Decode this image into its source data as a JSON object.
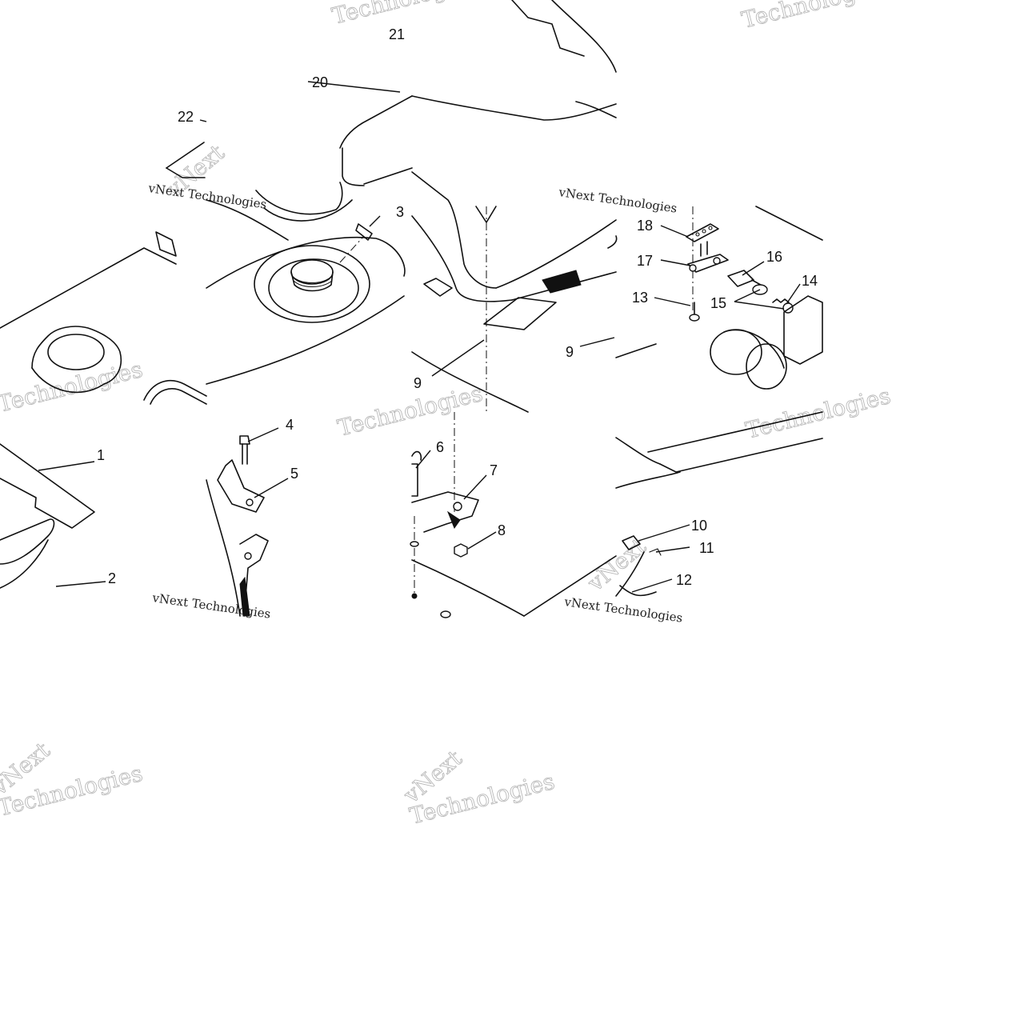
{
  "callouts": [
    {
      "id": "c1",
      "label": "1"
    },
    {
      "id": "c2",
      "label": "2"
    },
    {
      "id": "c3",
      "label": "3"
    },
    {
      "id": "c4",
      "label": "4"
    },
    {
      "id": "c5",
      "label": "5"
    },
    {
      "id": "c6",
      "label": "6"
    },
    {
      "id": "c7",
      "label": "7"
    },
    {
      "id": "c8",
      "label": "8"
    },
    {
      "id": "c9a",
      "label": "9"
    },
    {
      "id": "c9b",
      "label": "9"
    },
    {
      "id": "c10",
      "label": "10"
    },
    {
      "id": "c11",
      "label": "11"
    },
    {
      "id": "c12",
      "label": "12"
    },
    {
      "id": "c13",
      "label": "13"
    },
    {
      "id": "c14",
      "label": "14"
    },
    {
      "id": "c15",
      "label": "15"
    },
    {
      "id": "c16",
      "label": "16"
    },
    {
      "id": "c17",
      "label": "17"
    },
    {
      "id": "c18",
      "label": "18"
    },
    {
      "id": "c20",
      "label": "20"
    },
    {
      "id": "c21",
      "label": "21"
    },
    {
      "id": "c22",
      "label": "22"
    }
  ],
  "watermarks": {
    "brand_a": "vNext",
    "brand_b": "Technologies",
    "brand_full": "vNext Technologies"
  }
}
